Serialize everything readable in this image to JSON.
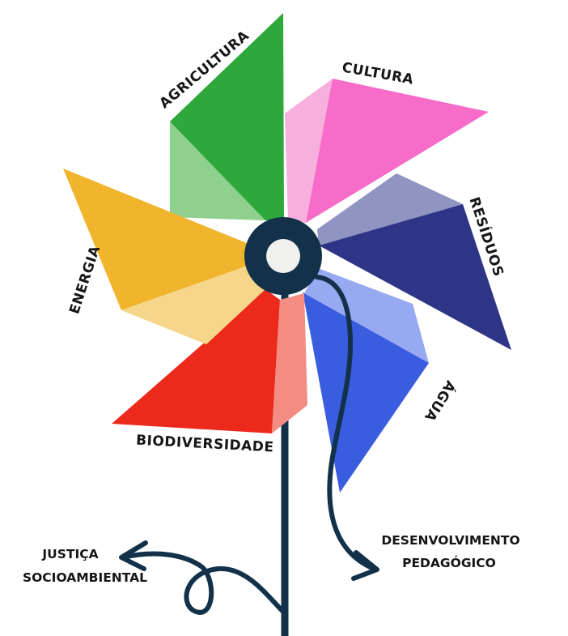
{
  "blades": {
    "agricultura": {
      "label": "AGRICULTURA",
      "color_dark": "#2ea83a",
      "color_light": "#8fd08f"
    },
    "cultura": {
      "label": "CULTURA",
      "color_dark": "#f66cc8",
      "color_light": "#f7b0dd"
    },
    "residuos": {
      "label": "RESÍDUOS",
      "color_dark": "#2e3587",
      "color_light": "#8f94c0"
    },
    "agua": {
      "label": "ÁGUA",
      "color_dark": "#3a5de0",
      "color_light": "#97a9f1"
    },
    "biodiversidade": {
      "label": "BIODIVERSIDADE",
      "color_dark": "#ec2a1c",
      "color_light": "#f38c82"
    },
    "energia": {
      "label": "ENERGIA",
      "color_dark": "#f0b52c",
      "color_light": "#f6d68a"
    }
  },
  "branches": {
    "left": {
      "line1": "JUSTIÇA",
      "line2": "SOCIOAMBIENTAL"
    },
    "right": {
      "line1": "DESENVOLVIMENTO",
      "line2": "PEDAGÓGICO"
    }
  },
  "colors": {
    "stem": "#13324a",
    "hub": "#13324a",
    "hub_center": "#f0f0ee"
  }
}
